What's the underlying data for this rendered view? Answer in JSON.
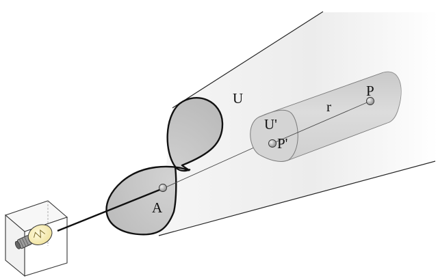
{
  "labels": {
    "U": "U",
    "U_prime": "U'",
    "P": "P",
    "P_prime": "P'",
    "r": "r",
    "A": "A"
  },
  "colors": {
    "cone_fill": "#ebebeb",
    "cylinder_fill": "#d7d7d7",
    "aperture_fill": "#c8c8c8",
    "bulb_glass": "#f4e9a6",
    "outline": "#111111",
    "cube_edge": "#333333",
    "point_fill": "#b8b8b8"
  },
  "icons": {
    "source": "light-bulb-in-box-icon"
  }
}
